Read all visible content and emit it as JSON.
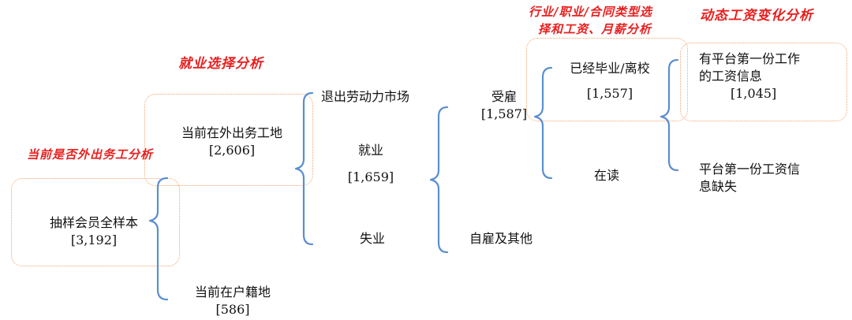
{
  "annotations": {
    "employment_choice": "就业选择分析",
    "currently_away": "当前是否外出务工分析",
    "industry_line1": "行业/职业/合同类型选",
    "industry_line2": "择和工资、月薪分析",
    "dynamic_wage": "动态工资变化分析"
  },
  "nodes": {
    "full_sample": {
      "label": "抽样会员全样本",
      "count": "[3,192]"
    },
    "away_location": {
      "label": "当前在外出务工地",
      "count": "[2,606]"
    },
    "home_location": {
      "label": "当前在户籍地",
      "count": "[586]"
    },
    "exit_labor": {
      "label": "退出劳动力市场"
    },
    "employed": {
      "label": "就业",
      "count": "[1,659]"
    },
    "unemployed": {
      "label": "失业"
    },
    "hired": {
      "label": "受雇",
      "count": "[1,587]"
    },
    "self_employed": {
      "label": "自雇及其他"
    },
    "graduated": {
      "label": "已经毕业/离校",
      "count": "[1,557]"
    },
    "studying": {
      "label": "在读"
    },
    "wage_info": {
      "line1": "有平台第一份工作",
      "line2": "的工资信息",
      "count": "[1,045]"
    },
    "wage_missing": {
      "line1": "平台第一份工资信",
      "line2": "息缺失"
    }
  },
  "colors": {
    "bracket": "#5b8ed0",
    "annotation": "#e8201f",
    "dotted_box": "#f2a46c"
  }
}
